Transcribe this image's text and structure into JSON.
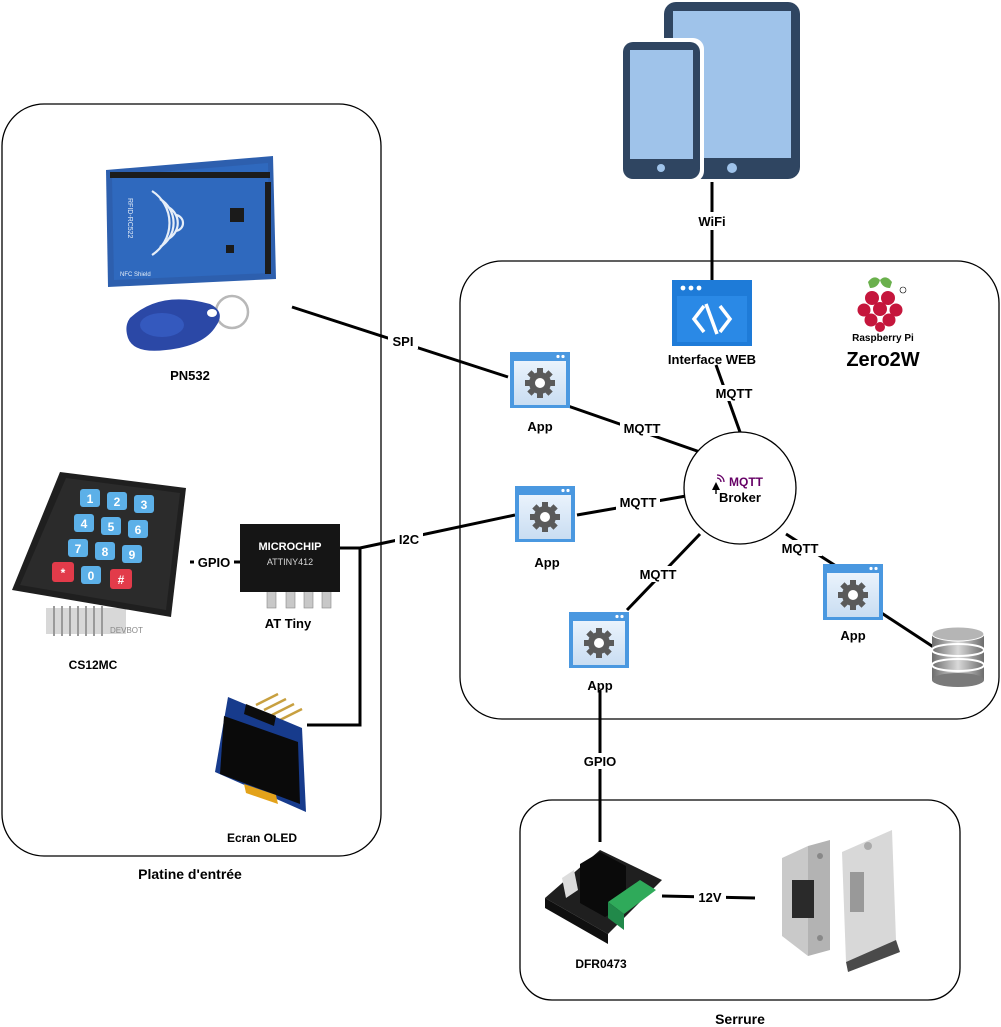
{
  "groups": {
    "entry": {
      "title": "Platine d'entrée"
    },
    "pi": {
      "brand": "Raspberry Pi",
      "model": "Zero2W"
    },
    "lock": {
      "title": "Serrure"
    }
  },
  "components": {
    "pn532": "PN532",
    "keypad": "CS12MC",
    "attiny": "AT Tiny",
    "oled": "Ecran OLED",
    "relay": "DFR0473",
    "web": "Interface WEB",
    "broker_logo": "MQTT",
    "broker": "Broker",
    "app": "App"
  },
  "chip_text": {
    "brand": "MICROCHIP",
    "part": "ATTINY412"
  },
  "keypad_keys": [
    "1",
    "2",
    "3",
    "4",
    "5",
    "6",
    "7",
    "8",
    "9",
    "*",
    "0",
    "#"
  ],
  "keypad_brand": "DEVBOT",
  "rfid_text": {
    "board": "RFID-RC522",
    "shield": "NFC Shield"
  },
  "links": {
    "wifi": "WiFi",
    "spi": "SPI",
    "gpio_keypad": "GPIO",
    "i2c": "I2C",
    "mqtt_web": "MQTT",
    "mqtt_app1": "MQTT",
    "mqtt_app2": "MQTT",
    "mqtt_app3": "MQTT",
    "mqtt_app4": "MQTT",
    "gpio_relay": "GPIO",
    "v12": "12V"
  },
  "colors": {
    "device_frame": "#2f4561",
    "device_screen": "#9fc3ea",
    "web_blue": "#1e7bd8",
    "app_blue": "#4a98e0",
    "broker_purple": "#660066"
  }
}
